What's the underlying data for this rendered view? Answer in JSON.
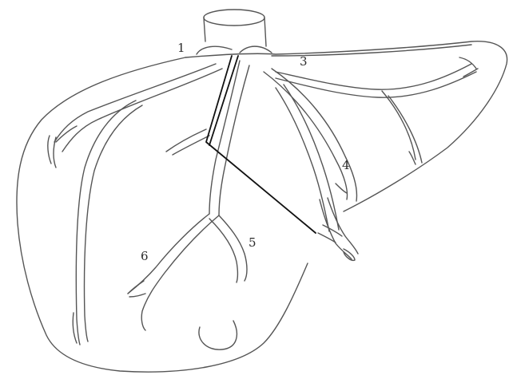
{
  "labels": {
    "segment_1": "1",
    "segment_3": "3",
    "segment_4": "4",
    "segment_5": "5",
    "segment_6": "6"
  },
  "colors": {
    "outline": "#555555",
    "resection_line": "#111111",
    "background": "#ffffff"
  }
}
